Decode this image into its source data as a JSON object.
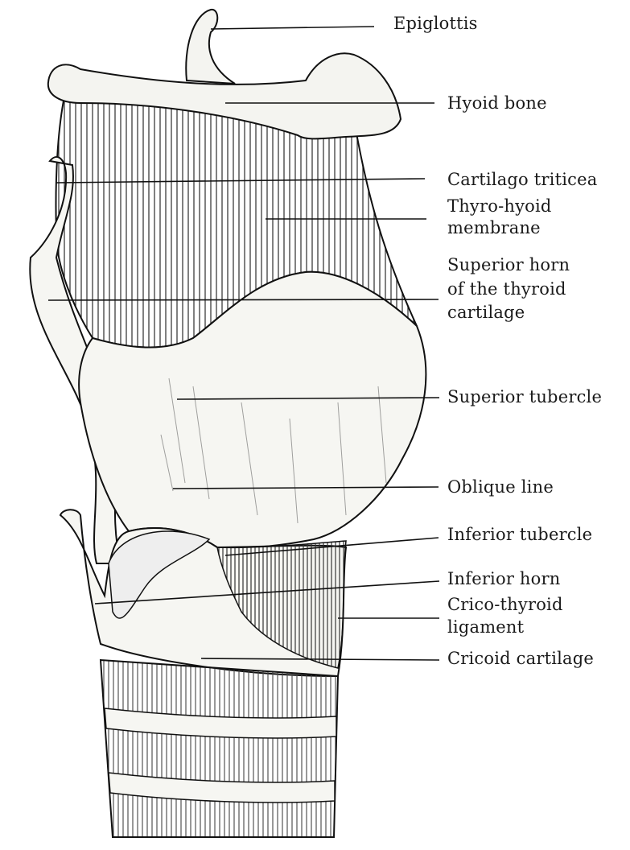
{
  "labels": {
    "epiglottis": "Epiglottis",
    "hyoid": "Hyoid bone",
    "cartilago": "Cartilago triticea",
    "thyro_hyoid_1": "Thyro-hyoid",
    "thyro_hyoid_2": "membrane",
    "superior_horn_1": "Superior horn",
    "superior_horn_2": "of the thyroid",
    "superior_horn_3": "cartilage",
    "superior_tubercle": "Superior tubercle",
    "oblique_line": "Oblique line",
    "inferior_tubercle": "Inferior tubercle",
    "inferior_horn": "Inferior horn",
    "crico_thyroid_1": "Crico-thyroid",
    "crico_thyroid_2": "ligament",
    "cricoid": "Cricoid cartilage"
  }
}
